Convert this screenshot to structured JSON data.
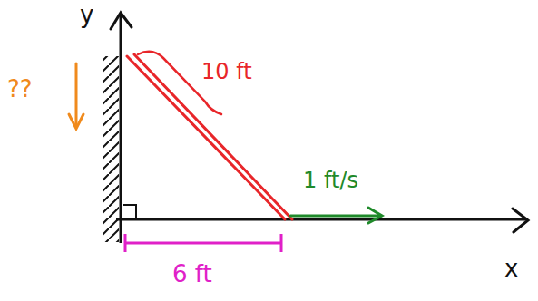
{
  "diagram": {
    "labels": [
      "y",
      "x",
      "??",
      "10 ft",
      "1 ft/s",
      "6 ft"
    ]
  }
}
